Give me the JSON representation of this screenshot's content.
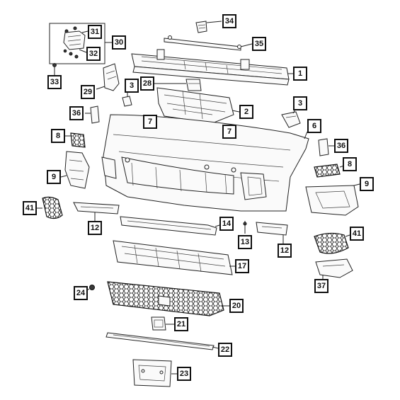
{
  "callouts": [
    {
      "id": "c34",
      "label": "34"
    },
    {
      "id": "c31",
      "label": "31"
    },
    {
      "id": "c30",
      "label": "30"
    },
    {
      "id": "c32",
      "label": "32"
    },
    {
      "id": "c35",
      "label": "35"
    },
    {
      "id": "c1",
      "label": "1"
    },
    {
      "id": "c33",
      "label": "33"
    },
    {
      "id": "c29",
      "label": "29"
    },
    {
      "id": "c3a",
      "label": "3"
    },
    {
      "id": "c28",
      "label": "28"
    },
    {
      "id": "c2",
      "label": "2"
    },
    {
      "id": "c3b",
      "label": "3"
    },
    {
      "id": "c36a",
      "label": "36"
    },
    {
      "id": "c7a",
      "label": "7"
    },
    {
      "id": "c6",
      "label": "6"
    },
    {
      "id": "c7b",
      "label": "7"
    },
    {
      "id": "c8a",
      "label": "8"
    },
    {
      "id": "c36b",
      "label": "36"
    },
    {
      "id": "c8b",
      "label": "8"
    },
    {
      "id": "c9a",
      "label": "9"
    },
    {
      "id": "c9b",
      "label": "9"
    },
    {
      "id": "c41a",
      "label": "41"
    },
    {
      "id": "c12a",
      "label": "12"
    },
    {
      "id": "c14",
      "label": "14"
    },
    {
      "id": "c13",
      "label": "13"
    },
    {
      "id": "c12b",
      "label": "12"
    },
    {
      "id": "c41b",
      "label": "41"
    },
    {
      "id": "c17",
      "label": "17"
    },
    {
      "id": "c37",
      "label": "37"
    },
    {
      "id": "c24",
      "label": "24"
    },
    {
      "id": "c20",
      "label": "20"
    },
    {
      "id": "c21",
      "label": "21"
    },
    {
      "id": "c22",
      "label": "22"
    },
    {
      "id": "c23",
      "label": "23"
    }
  ]
}
